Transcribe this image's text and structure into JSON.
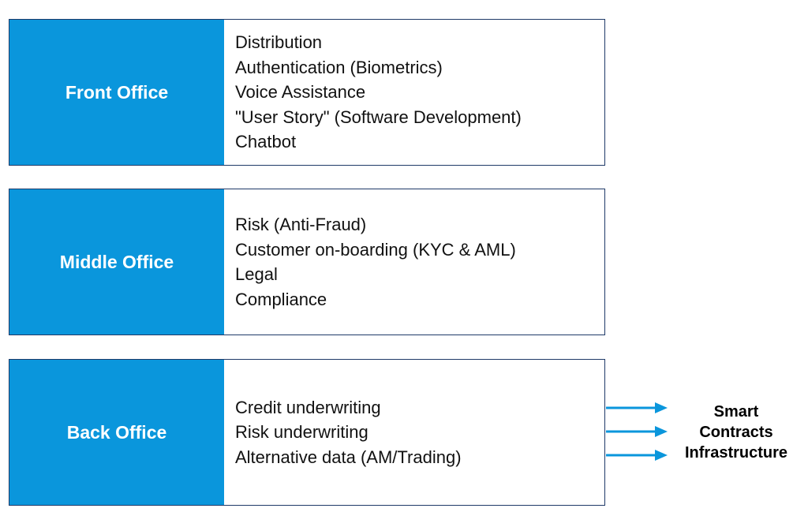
{
  "colors": {
    "label_fill": "#0a96dc",
    "label_text": "#ffffff",
    "border": "#1f3a68",
    "arrow": "#0a96dc"
  },
  "blocks": [
    {
      "label": "Front Office",
      "items": [
        "Distribution",
        "Authentication (Biometrics)",
        "Voice Assistance",
        "\"User Story\" (Software Development)",
        "Chatbot"
      ]
    },
    {
      "label": "Middle Office",
      "items": [
        "Risk (Anti-Fraud)",
        "Customer on-boarding (KYC & AML)",
        "Legal",
        "Compliance"
      ]
    },
    {
      "label": "Back Office",
      "items": [
        "Credit underwriting",
        "Risk underwriting",
        "Alternative data (AM/Trading)"
      ]
    }
  ],
  "outcome": {
    "lines": [
      "Smart",
      "Contracts",
      "Infrastructure"
    ]
  }
}
